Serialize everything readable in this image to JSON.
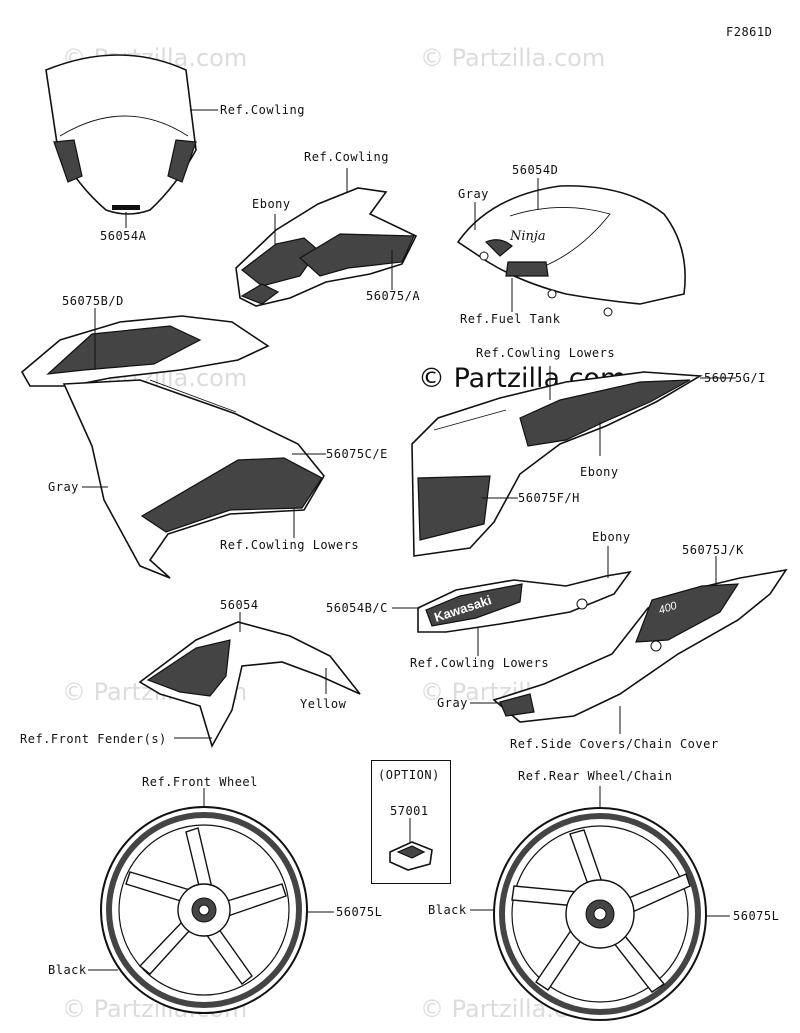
{
  "figure_code": "F2861D",
  "watermark": "© Partzilla.com",
  "labels": {
    "ref_cowling_top": "Ref.Cowling",
    "p56054a": "56054A",
    "ref_cowling_mid": "Ref.Cowling",
    "ebony_tail": "Ebony",
    "p56075a": "56075/A",
    "p56054d": "56054D",
    "gray_tank": "Gray",
    "ref_fuel_tank": "Ref.Fuel Tank",
    "p56075bd": "56075B/D",
    "ref_cowling_lowers_top": "Ref.Cowling Lowers",
    "p56075gi": "56075G/I",
    "p56075ce": "56075C/E",
    "gray_cowl": "Gray",
    "ebony_side": "Ebony",
    "p56075fh": "56075F/H",
    "ref_cowling_lowers_left": "Ref.Cowling Lowers",
    "ebony_lower": "Ebony",
    "p56075jk": "56075J/K",
    "p56054bc": "56054B/C",
    "ref_cowling_lowers_right": "Ref.Cowling Lowers",
    "p56054": "56054",
    "yellow": "Yellow",
    "ref_front_fender": "Ref.Front Fender(s)",
    "gray_cover": "Gray",
    "ref_side_covers": "Ref.Side Covers/Chain Cover",
    "ref_front_wheel": "Ref.Front Wheel",
    "option": "(OPTION)",
    "p57001": "57001",
    "ref_rear_wheel": "Ref.Rear Wheel/Chain",
    "black_front": "Black",
    "p56075l_front": "56075L",
    "black_rear": "Black",
    "p56075l_rear": "56075L"
  },
  "decals": {
    "ninja": "Ninja",
    "kawasaki": "Kawasaki",
    "model": "400"
  }
}
